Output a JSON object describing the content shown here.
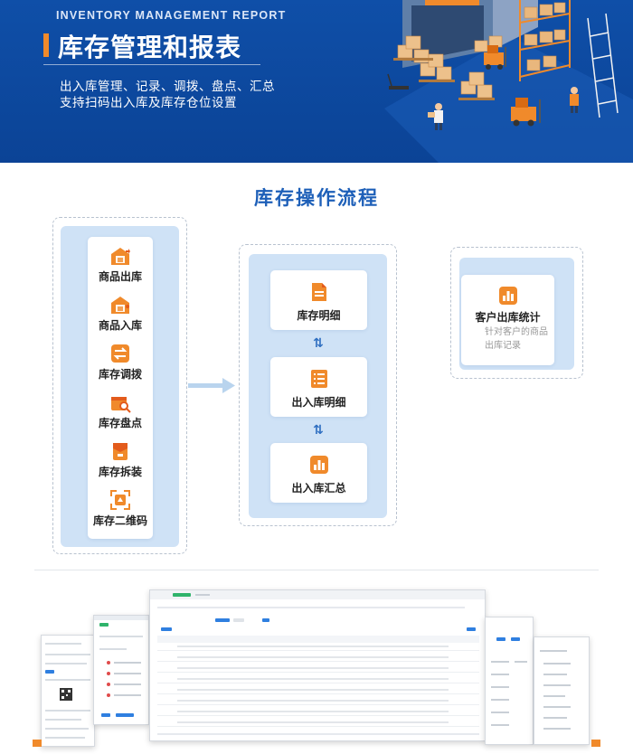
{
  "hero": {
    "en_title": "INVENTORY MANAGEMENT REPORT",
    "title": "库存管理和报表",
    "subtitle_1": "出入库管理、记录、调拨、盘点、汇总",
    "subtitle_2": "支持扫码出入库及库存仓位设置"
  },
  "section": {
    "title": "库存操作流程"
  },
  "flow": {
    "left_items": [
      {
        "label": "商品出库",
        "icon": "warehouse-out-icon"
      },
      {
        "label": "商品入库",
        "icon": "warehouse-in-icon"
      },
      {
        "label": "库存调拨",
        "icon": "transfer-icon"
      },
      {
        "label": "库存盘点",
        "icon": "inventory-check-icon"
      },
      {
        "label": "库存拆装",
        "icon": "box-split-icon"
      },
      {
        "label": "库存二维码",
        "icon": "qrcode-scan-icon"
      }
    ],
    "middle_items": [
      {
        "label": "库存明细",
        "icon": "document-icon"
      },
      {
        "label": "出入库明细",
        "icon": "list-icon"
      },
      {
        "label": "出入库汇总",
        "icon": "bar-chart-icon"
      }
    ],
    "right_item": {
      "label": "客户出库统计",
      "description": "针对客户的商品出库记录",
      "icon": "bar-chart-icon"
    }
  },
  "colors": {
    "hero_blue": "#0f4fa8",
    "accent_orange": "#f08a2b",
    "title_blue": "#1d5fb8",
    "panel_blue": "#cfe2f6"
  }
}
